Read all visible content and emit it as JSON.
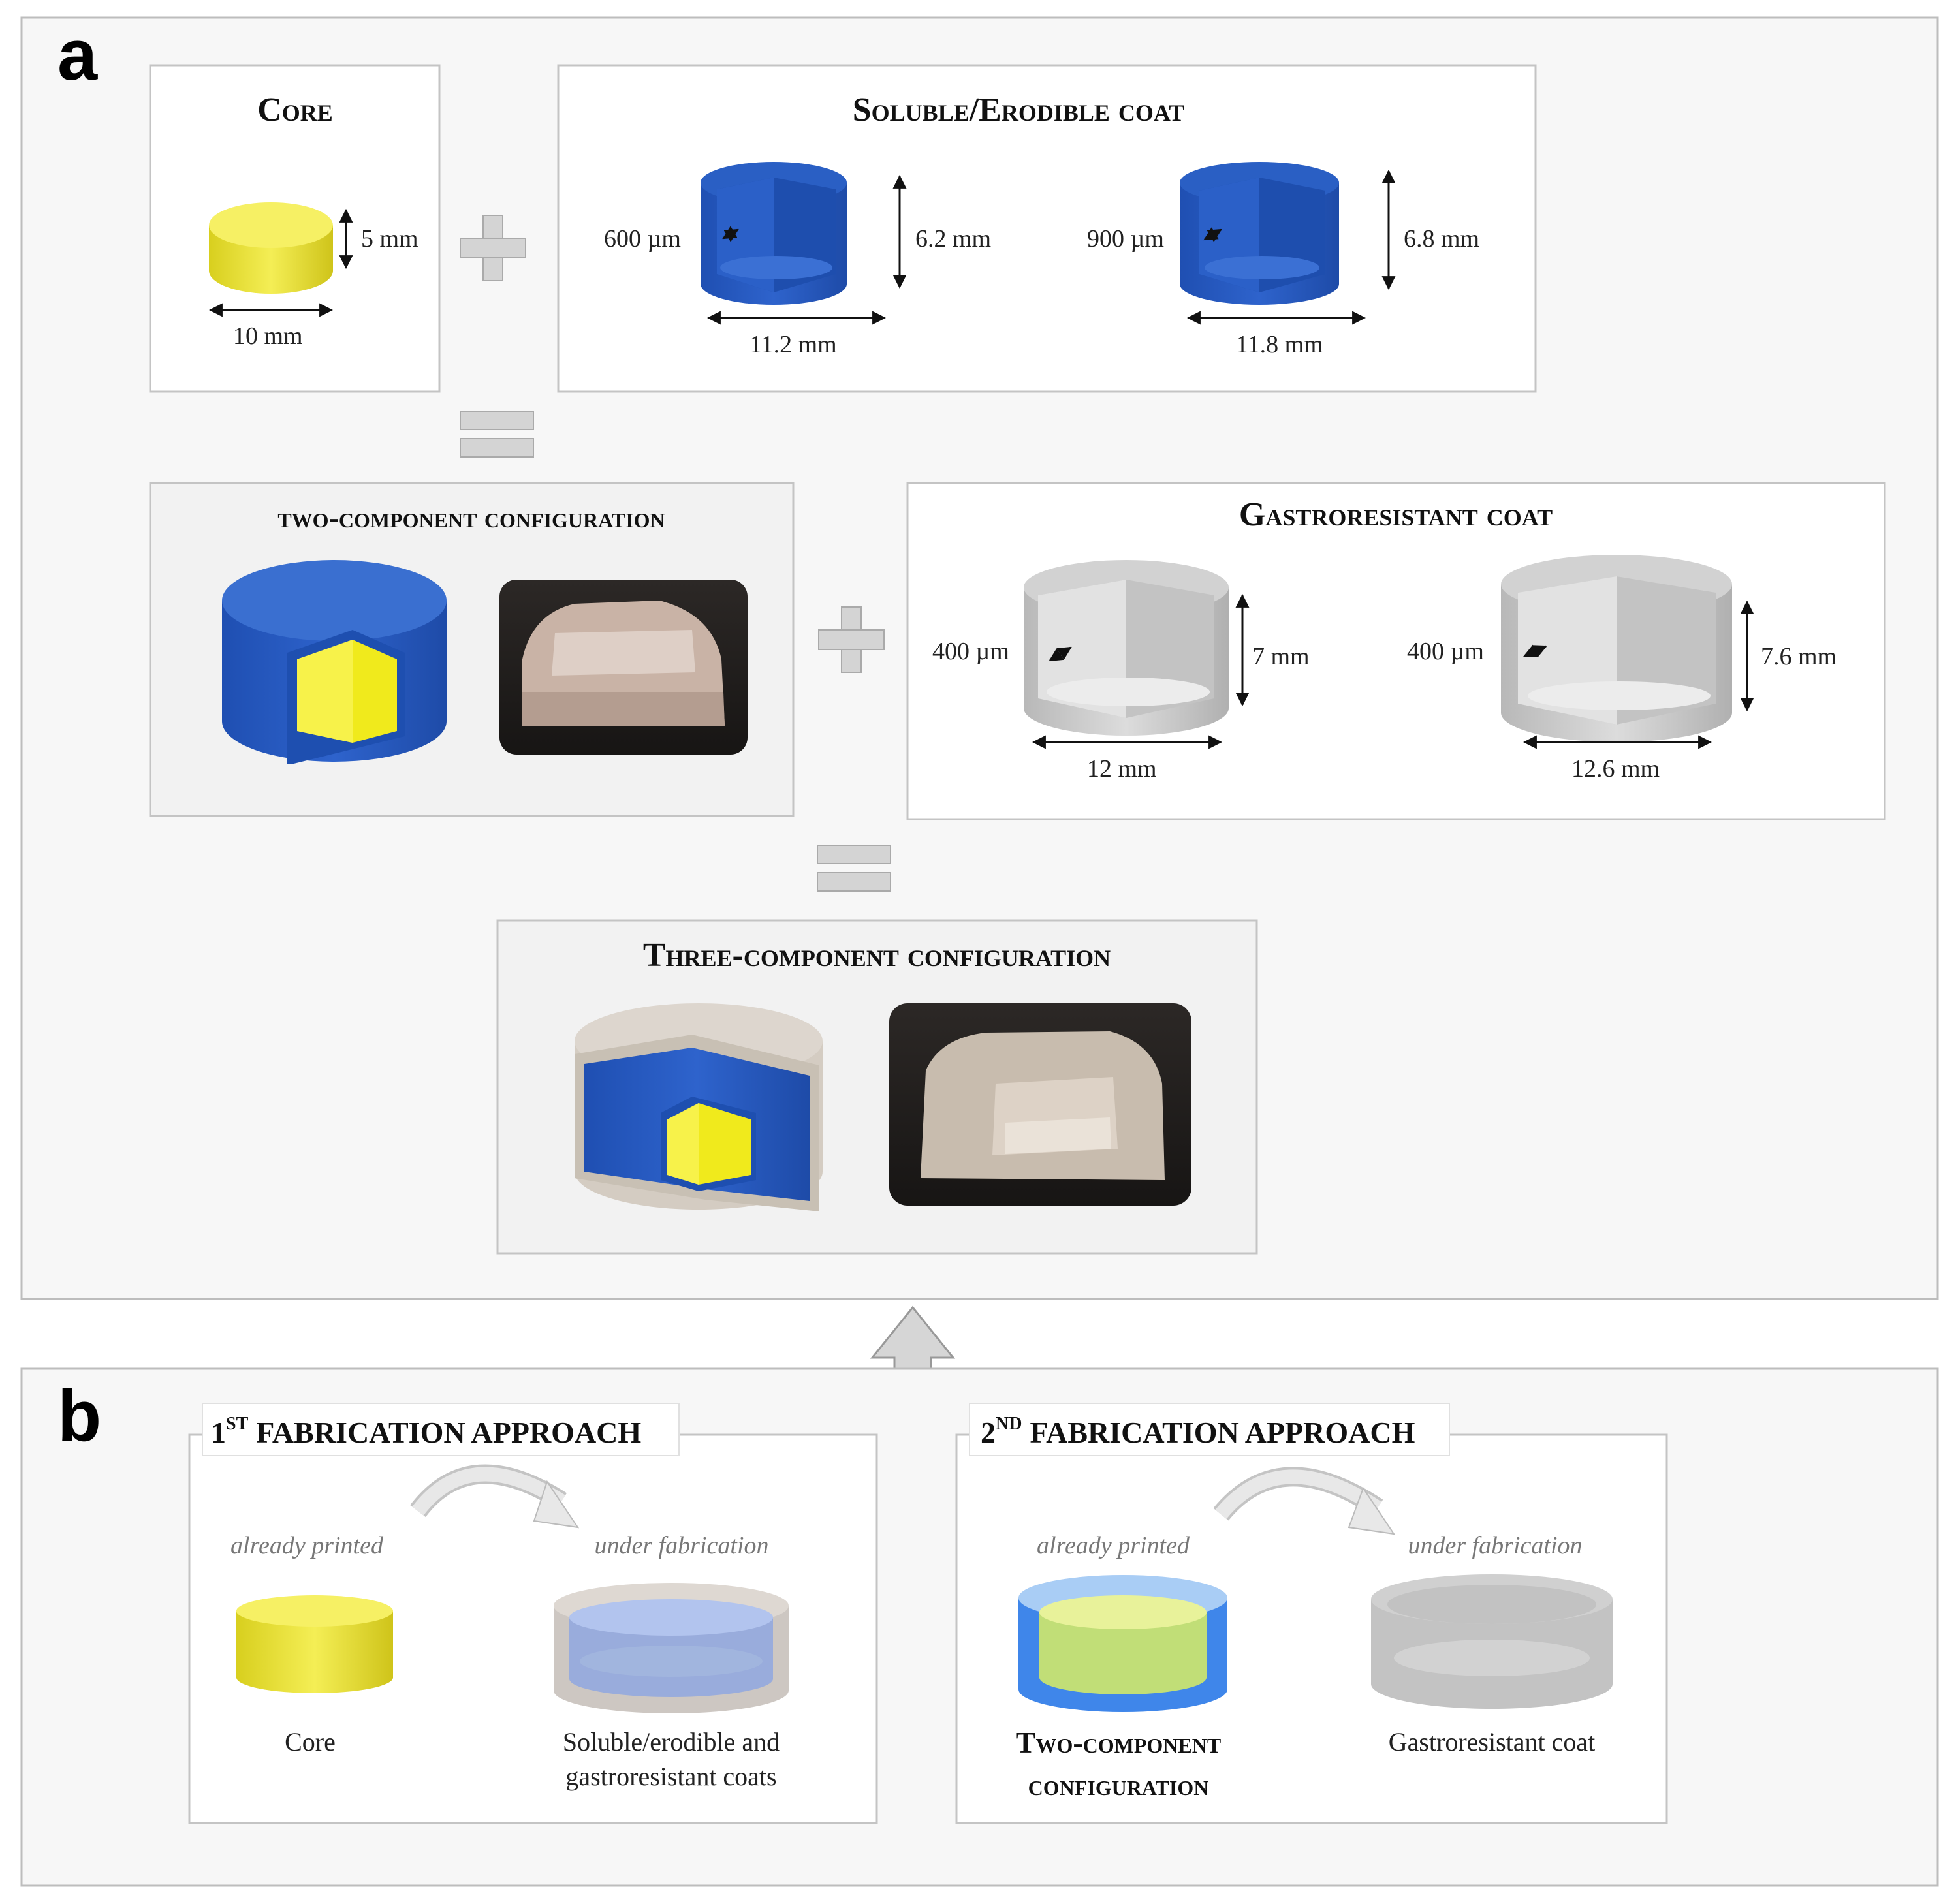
{
  "panel_a": {
    "label": "a",
    "core": {
      "title": "Core",
      "height": "5 mm",
      "diameter": "10 mm"
    },
    "soluble_coat": {
      "title": "Soluble/Erodible coat",
      "left": {
        "thickness": "600 µm",
        "height": "6.2 mm",
        "diameter": "11.2 mm"
      },
      "right": {
        "thickness": "900 µm",
        "height": "6.8 mm",
        "diameter": "11.8 mm"
      }
    },
    "two_component": {
      "title": "two-component configuration"
    },
    "gastro_coat": {
      "title": "Gastroresistant coat",
      "left": {
        "thickness": "400 µm",
        "height": "7 mm",
        "diameter": "12 mm"
      },
      "right": {
        "thickness": "400 µm",
        "height": "7.6 mm",
        "diameter": "12.6 mm"
      }
    },
    "three_component": {
      "title": "Three-component configuration"
    }
  },
  "panel_b": {
    "label": "b",
    "approach1": {
      "ordinal": "1",
      "ordinal_suffix": "ST",
      "title": "FABRICATION APPROACH",
      "left_status": "already printed",
      "right_status": "under fabrication",
      "left_caption": "Core",
      "right_caption_line1": "Soluble/erodible and",
      "right_caption_line2": "gastroresistant coats"
    },
    "approach2": {
      "ordinal": "2",
      "ordinal_suffix": "ND",
      "title": "FABRICATION APPROACH",
      "left_status": "already printed",
      "right_status": "under fabrication",
      "left_caption_line1": "Two-component",
      "left_caption_line2": "configuration",
      "right_caption": "Gastroresistant coat"
    }
  },
  "colors": {
    "yellow": "#f2ec2a",
    "blue": "#2f67c8",
    "gray_coat": "#c9c9c9",
    "beige_coat": "#d8d0c6",
    "panel_bg": "#f7f7f7",
    "box_border": "#bdbdbd"
  }
}
